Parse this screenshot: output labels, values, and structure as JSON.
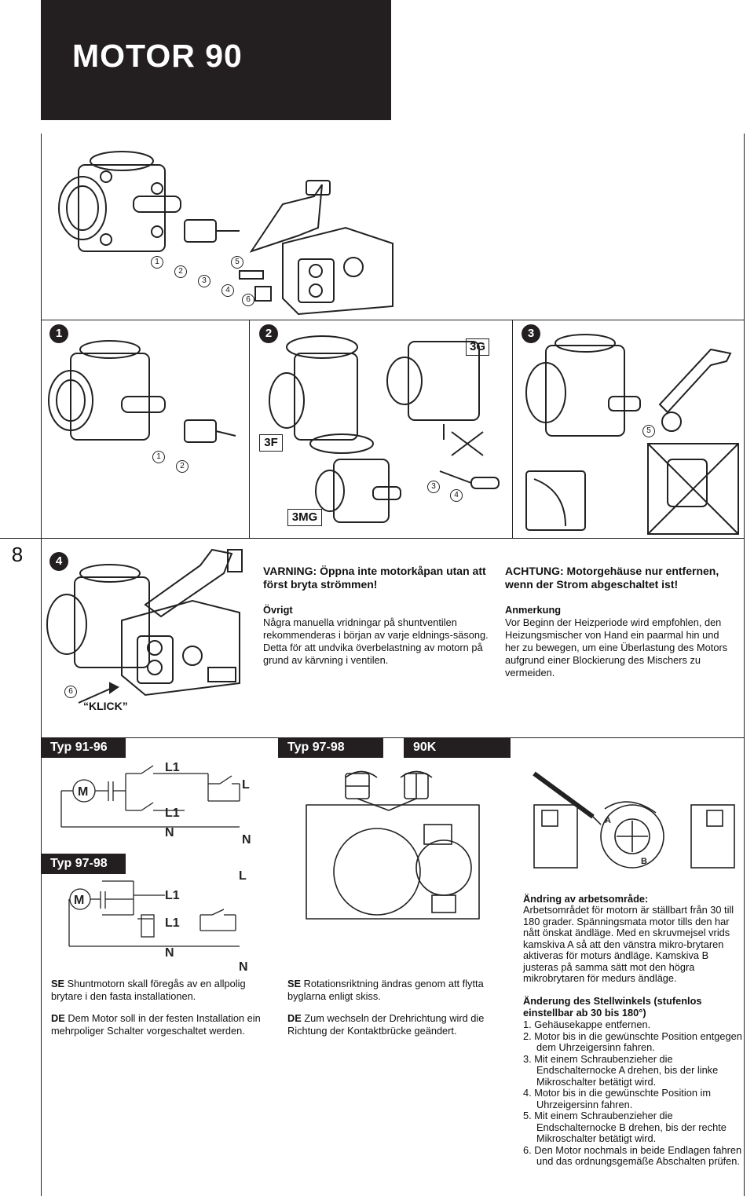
{
  "title": "MOTOR 90",
  "page_number": "8",
  "top_callouts": [
    "1",
    "2",
    "3",
    "4",
    "5",
    "6"
  ],
  "steps": {
    "s1": {
      "badge": "1",
      "callouts": [
        "1",
        "2"
      ]
    },
    "s2": {
      "badge": "2",
      "label_3g": "3G",
      "label_3f": "3F",
      "label_3mg": "3MG",
      "callouts": [
        "3",
        "4"
      ]
    },
    "s3": {
      "badge": "3",
      "callout": "5"
    },
    "s4": {
      "badge": "4",
      "callout": "6",
      "klick": "“KLICK”"
    }
  },
  "warning_se": {
    "heading": "VARNING: Öppna inte motorkåpan utan att först bryta strömmen!",
    "sub": "Övrigt",
    "body": "Några manuella vridningar på shuntventilen rekommenderas i början av varje eldnings-säsong. Detta för att undvika överbelastning av motorn på grund av kärvning i ventilen."
  },
  "warning_de": {
    "heading": "ACHTUNG: Motorgehäuse nur entfernen, wenn der Strom abgeschaltet ist!",
    "sub": "Anmerkung",
    "body": "Vor Beginn der Heizperiode wird empfohlen, den Heizungsmischer von Hand ein paarmal hin und her zu bewegen, um eine Überlastung des Motors aufgrund einer Blockierung des Mischers zu vermeiden."
  },
  "wiring": {
    "tab1": "Typ 91-96",
    "tab2": "Typ 97-98",
    "tab3": "Typ 97-98",
    "tab4": "90K",
    "labels": {
      "m": "M",
      "l1": "L1",
      "n": "N",
      "l": "L"
    },
    "se_code": "SE",
    "se_text": "Shuntmotorn skall föregås av en allpolig brytare i den fasta installationen.",
    "de_code": "DE",
    "de_text": "Dem Motor soll in der festen Installation ein mehrpoliger Schalter vorgeschaltet werden."
  },
  "rotation": {
    "se_code": "SE",
    "se_text": "Rotationsriktning ändras genom att flytta byglarna enligt skiss.",
    "de_code": "DE",
    "de_text": "Zum wechseln der Drehrichtung wird die Richtung der Kontaktbrücke geändert."
  },
  "k90": {
    "label_a": "A",
    "label_b": "B",
    "se_heading": "Ändring av arbetsområde:",
    "se_body": "Arbetsområdet för motorn är ställbart från 30 till 180 grader. Spänningsmata motor tills den har nått önskat ändläge. Med en skruvmejsel vrids kamskiva A så att den vänstra mikro-brytaren aktiveras för moturs ändläge. Kamskiva B justeras på samma sätt mot den högra mikrobrytaren för medurs ändläge.",
    "de_heading": "Änderung des Stellwinkels (stufenlos einstellbar ab 30 bis 180°)",
    "steps": [
      "1. Gehäusekappe entfernen.",
      "2. Motor bis in die gewünschte Position entgegen dem Uhrzeigersinn fahren.",
      "3. Mit einem Schraubenzieher die Endschalternocke A drehen, bis der linke Mikroschalter betätigt wird.",
      "4. Motor bis in die gewünschte Position im Uhrzeigersinn fahren.",
      "5. Mit einem Schraubenzieher die Endschalternocke B drehen, bis der rechte Mikroschalter betätigt wird.",
      "6. Den Motor nochmals in beide Endlagen fahren und das ordnungsgemäße Abschalten prüfen."
    ]
  }
}
